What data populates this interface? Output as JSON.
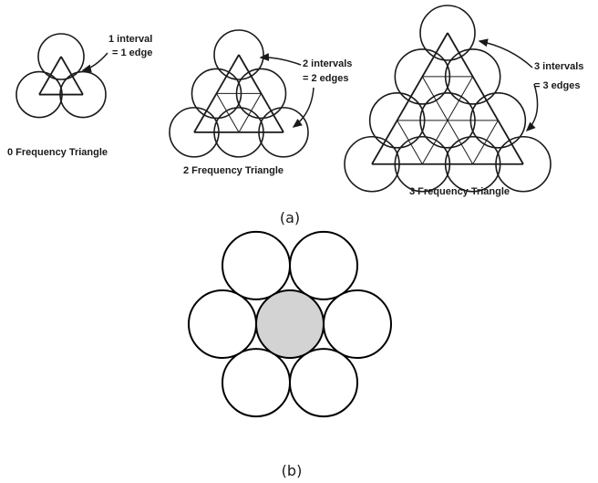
{
  "panel_a": {
    "triangles": [
      {
        "frequency": 1,
        "title": "0 Frequency Triangle",
        "annotation_line1": "1  interval",
        "annotation_line2": "= 1 edge"
      },
      {
        "frequency": 2,
        "title": "2 Frequency Triangle",
        "annotation_line1": "2  intervals",
        "annotation_line2": "= 2 edges"
      },
      {
        "frequency": 3,
        "title": "3 Frequency Triangle",
        "annotation_line1": "3  intervals",
        "annotation_line2": "= 3 edges"
      }
    ],
    "caption": "(a)"
  },
  "panel_b": {
    "outer_circle_count": 6,
    "center_fill": "#d3d3d3",
    "caption": "(b)"
  }
}
